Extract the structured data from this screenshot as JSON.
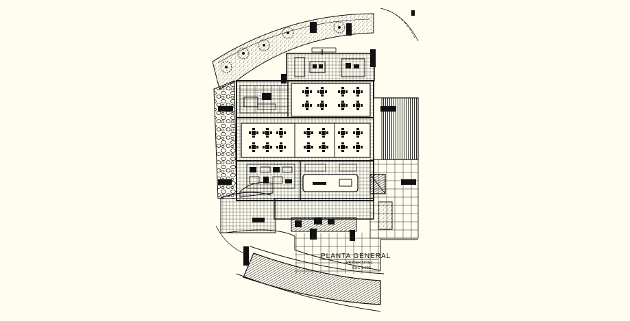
{
  "drawing": {
    "title": "PLANTA GENERAL",
    "subtitle": "PRIMER NIVEL",
    "scale": "ESC 1:100"
  },
  "colors": {
    "background": "#fffdf0",
    "ink": "#111111"
  }
}
